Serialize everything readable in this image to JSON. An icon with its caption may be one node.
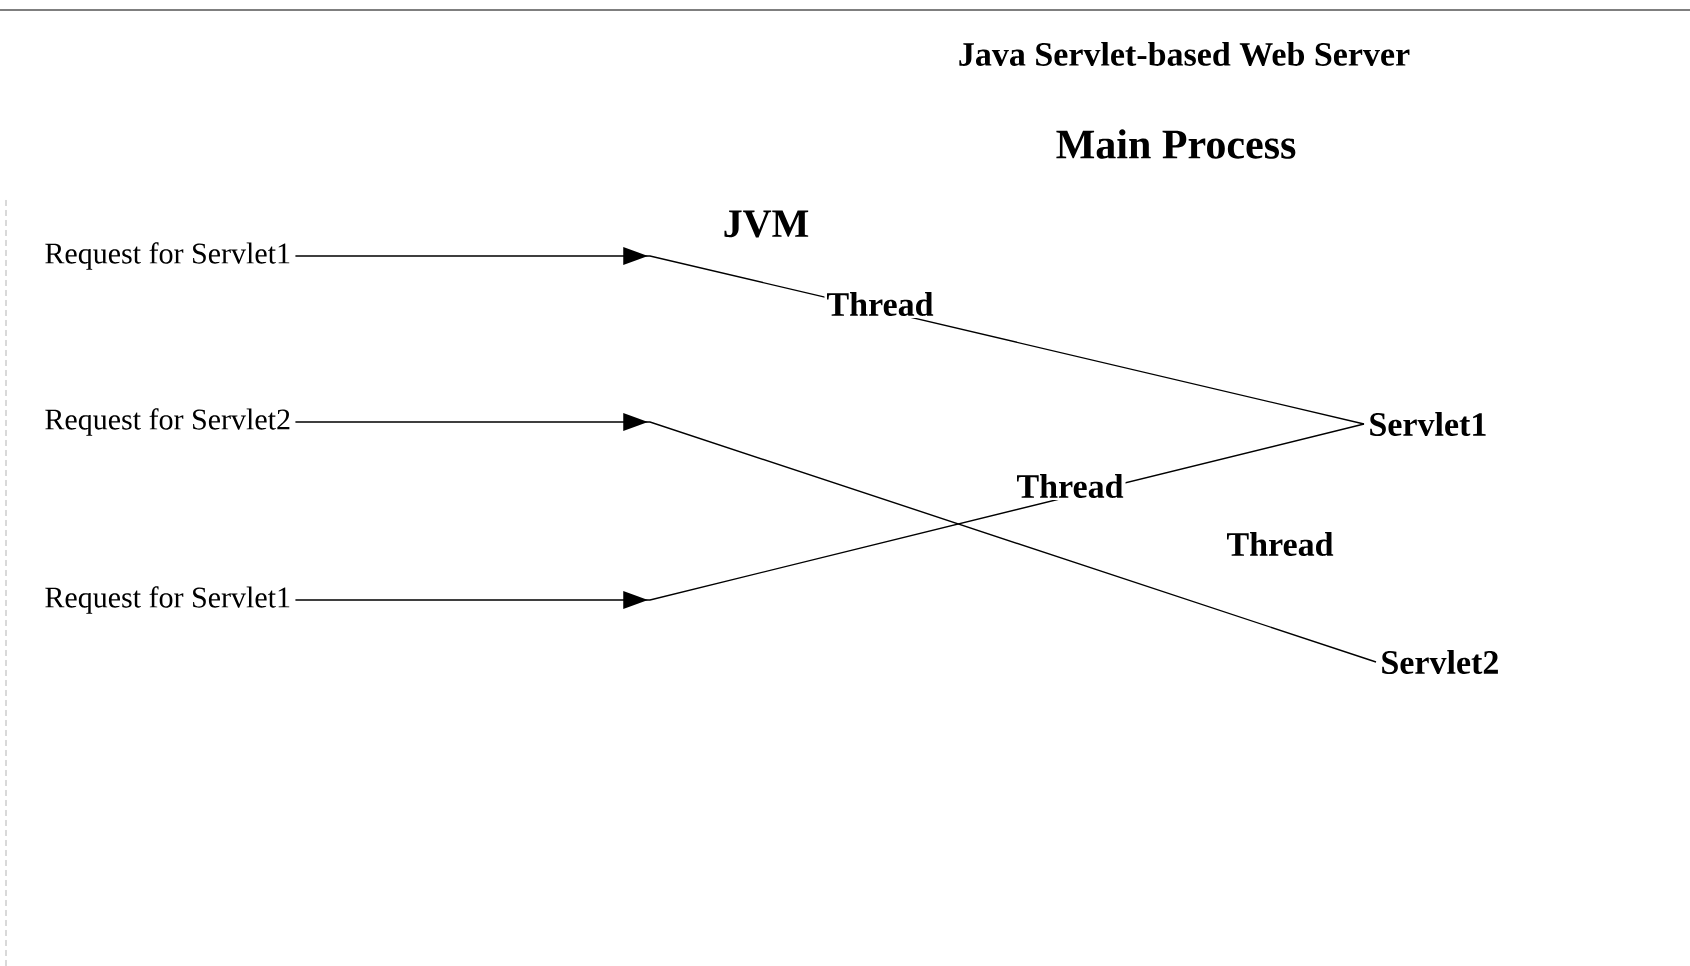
{
  "diagram": {
    "title": "Java Servlet-based Web Server",
    "nodes": [
      {
        "text": [
          "Request for Servlet1"
        ]
      },
      {
        "text": [
          "Request for Servlet2"
        ]
      },
      {
        "text": [
          "Request for Servlet1"
        ]
      },
      {
        "text": [
          "Servlet1"
        ]
      },
      {
        "text": [
          "Servlet2"
        ]
      }
    ],
    "edges": [
      {
        "from": 0,
        "to": 3,
        "arrow": "to",
        "label": "Thread"
      },
      {
        "from": 1,
        "to": 4,
        "arrow": "to",
        "label": "Thread"
      },
      {
        "from": 2,
        "to": 3,
        "arrow": "to",
        "label": "Thread"
      }
    ],
    "labels": [
      "Main Process",
      "JVM"
    ]
  }
}
